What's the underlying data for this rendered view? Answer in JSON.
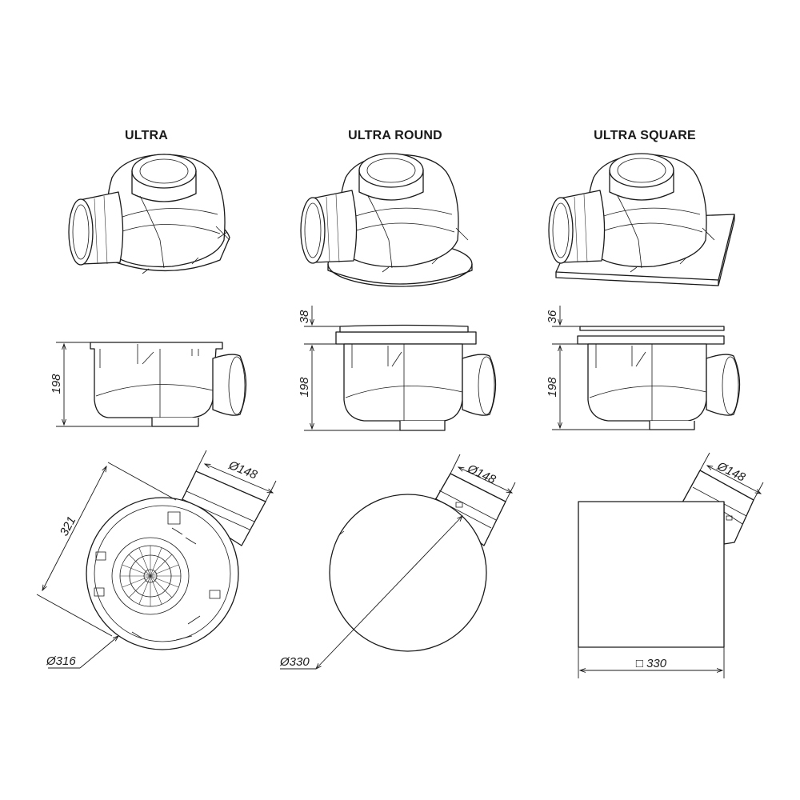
{
  "products": [
    {
      "id": "ultra",
      "title": "ULTRA"
    },
    {
      "id": "ultra-round",
      "title": "ULTRA ROUND"
    },
    {
      "id": "ultra-square",
      "title": "ULTRA SQUARE"
    }
  ],
  "dimensions": {
    "ultra_height": "198",
    "ultra_pipe": "Ø148",
    "ultra_width": "321",
    "ultra_diameter": "Ø316",
    "round_cover": "38",
    "round_height": "198",
    "round_pipe": "Ø148",
    "round_diameter": "Ø330",
    "square_cover": "36",
    "square_height": "198",
    "square_pipe": "Ø148",
    "square_side": "□ 330"
  },
  "colors": {
    "line": "#1a1a1a",
    "background": "#ffffff"
  }
}
